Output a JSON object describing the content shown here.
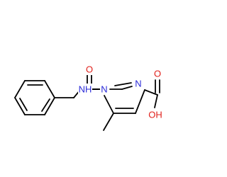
{
  "molecule": {
    "atoms": [
      {
        "id": "ring_N1",
        "element": "N",
        "label": "N"
      },
      {
        "id": "ring_N2",
        "element": "N",
        "label": "N"
      },
      {
        "id": "amide_N",
        "element": "N",
        "label": "NH"
      },
      {
        "id": "amide_O",
        "element": "O",
        "label": "O"
      },
      {
        "id": "acid_OH",
        "element": "O",
        "label": "OH"
      },
      {
        "id": "acid_O",
        "element": "O",
        "label": "O"
      }
    ],
    "colors": {
      "carbon": "#000000",
      "nitrogen": "#2a2ad8",
      "oxygen": "#e0201b"
    }
  }
}
